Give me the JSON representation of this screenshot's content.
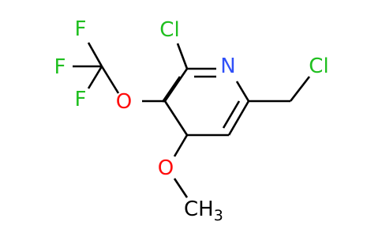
{
  "colors": {
    "bond": "#000000",
    "chlorine": "#1fbf1f",
    "fluorine": "#1fbf1f",
    "oxygen": "#ff0d0d",
    "nitrogen": "#3050f8",
    "carbon": "#000000"
  },
  "atoms": {
    "cl_ring": "Cl",
    "n_ring": "N",
    "cl_chain": "Cl",
    "f_top": "F",
    "f_left": "F",
    "f_bottom": "F",
    "o_ocf3": "O",
    "o_methoxy": "O",
    "methyl": "CH",
    "methyl_subscript": "3"
  }
}
